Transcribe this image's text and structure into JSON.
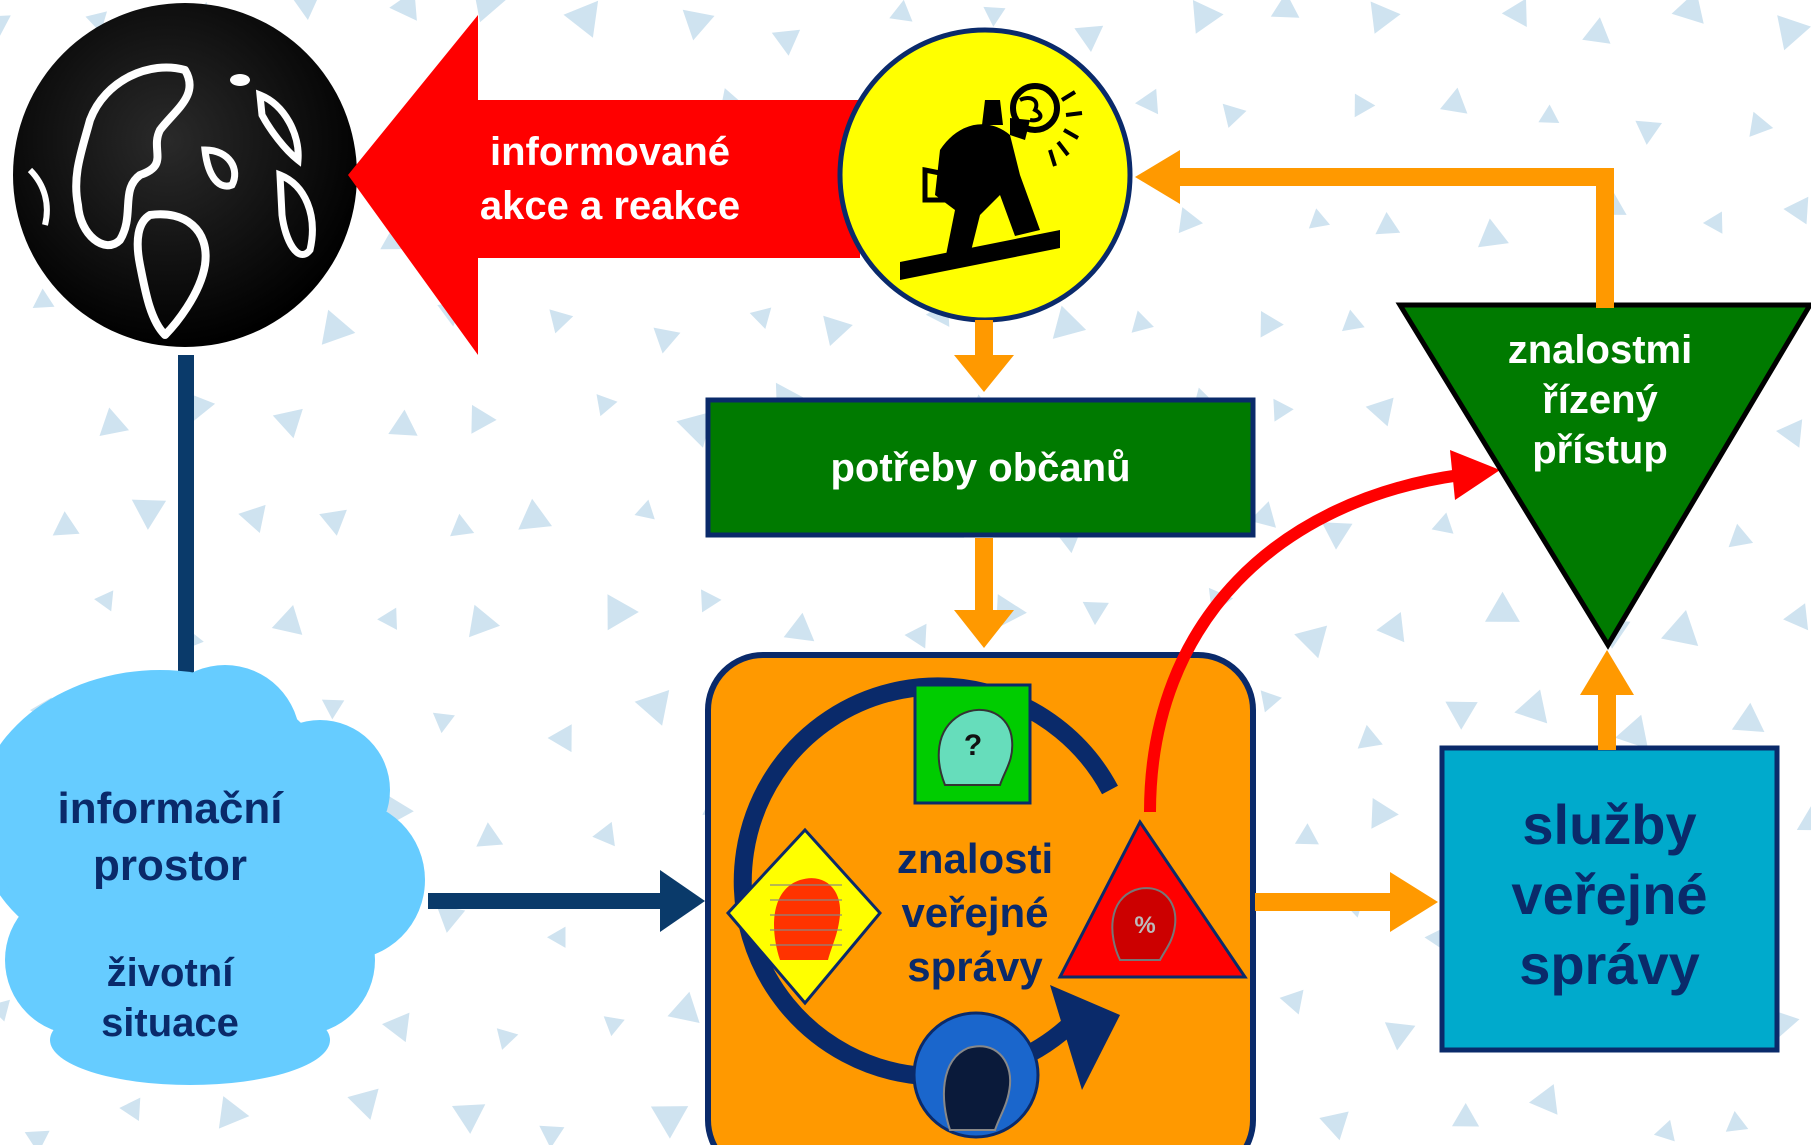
{
  "arrow_action": {
    "line1": "informované",
    "line2": "akce a reakce"
  },
  "needs_box": {
    "label": "potřeby občanů"
  },
  "access_triangle": {
    "line1": "znalostmi",
    "line2": "řízený",
    "line3": "přístup"
  },
  "info_cloud": {
    "line1": "informační",
    "line2": "prostor",
    "line3": "životní",
    "line4": "situace"
  },
  "knowledge_box": {
    "line1": "znalosti",
    "line2": "veřejné",
    "line3": "správy"
  },
  "services_box": {
    "line1": "služby",
    "line2": "veřejné",
    "line3": "správy"
  },
  "icons": {
    "percent_symbol": "%",
    "question_symbol": "?",
    "globe": "globe-icon",
    "businessman": "businessman-with-globe-icon"
  },
  "colors": {
    "red": "#ff0000",
    "yellow": "#ffff00",
    "orange": "#ff9900",
    "green": "#007a00",
    "navy": "#0a2a6a",
    "cloud": "#66ccff",
    "teal": "#00aacc",
    "triangle_bg": "#cfe3f0"
  }
}
